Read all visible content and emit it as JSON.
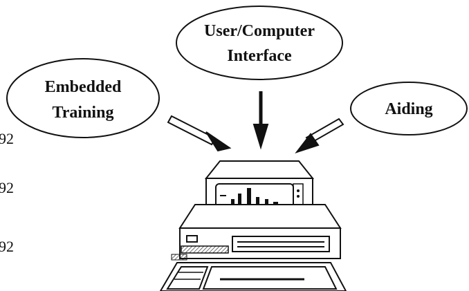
{
  "bubbles": {
    "user_interface": {
      "line1": "User/Computer",
      "line2": "Interface"
    },
    "embedded_training": {
      "line1": "Embedded",
      "line2": "Training"
    },
    "aiding": {
      "line1": "Aiding"
    }
  },
  "margin_numbers": [
    "92",
    "92",
    "92"
  ],
  "colors": {
    "ink": "#111111",
    "paper": "#ffffff"
  }
}
